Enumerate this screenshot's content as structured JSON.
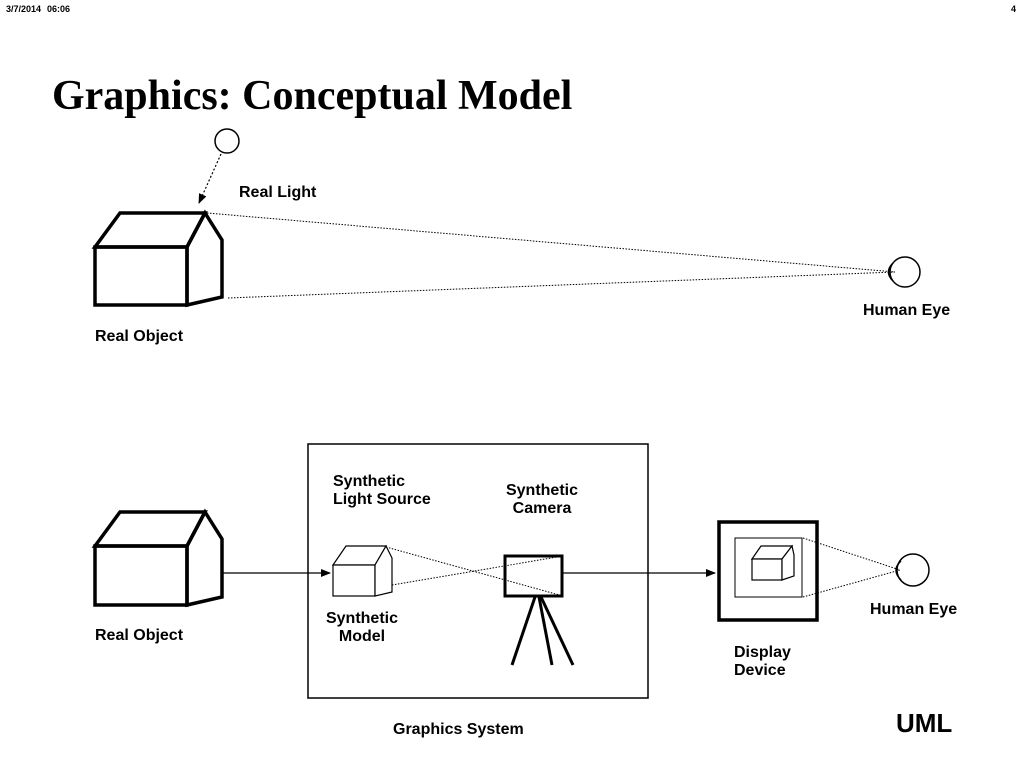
{
  "header": {
    "date": "3/7/2014",
    "time": "06:06",
    "page_number": "4"
  },
  "title": "Graphics: Conceptual Model",
  "top_diagram": {
    "real_light": "Real Light",
    "real_object": "Real Object",
    "human_eye": "Human Eye"
  },
  "bottom_diagram": {
    "real_object": "Real Object",
    "synthetic_light_source": [
      "Synthetic",
      "Light Source"
    ],
    "synthetic_camera": [
      "Synthetic",
      "Camera"
    ],
    "synthetic_model": [
      "Synthetic",
      "Model"
    ],
    "graphics_system": "Graphics System",
    "display_device": [
      "Display",
      "Device"
    ],
    "human_eye": "Human Eye"
  },
  "footer": {
    "logo": "UML"
  }
}
